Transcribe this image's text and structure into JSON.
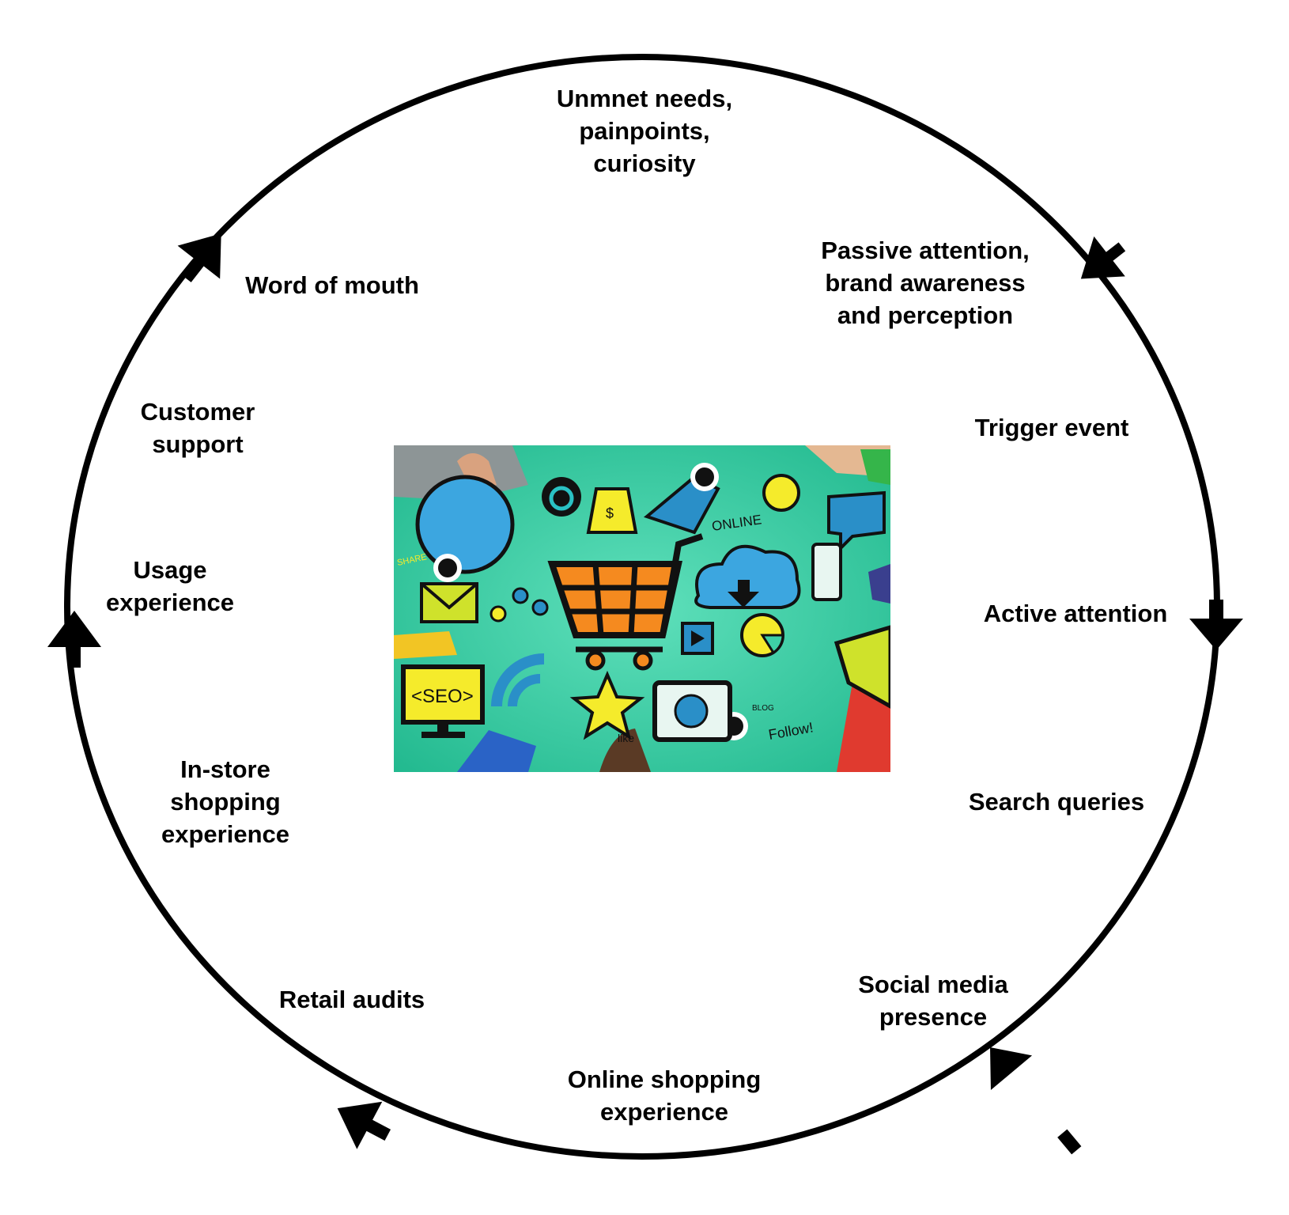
{
  "diagram": {
    "type": "cycle",
    "direction": "clockwise",
    "stroke_color": "#000000",
    "stages": [
      {
        "id": "unmet-needs",
        "label": "Unmnet needs,\npainpoints,\ncuriosity"
      },
      {
        "id": "passive-attention",
        "label": "Passive attention,\nbrand awareness\nand perception"
      },
      {
        "id": "trigger-event",
        "label": "Trigger event"
      },
      {
        "id": "active-attention",
        "label": "Active attention"
      },
      {
        "id": "search-queries",
        "label": "Search queries"
      },
      {
        "id": "social-media",
        "label": "Social media\npresence"
      },
      {
        "id": "online-shopping",
        "label": "Online shopping\nexperience"
      },
      {
        "id": "retail-audits",
        "label": "Retail audits"
      },
      {
        "id": "in-store",
        "label": "In-store\nshopping\nexperience"
      },
      {
        "id": "usage-experience",
        "label": "Usage\nexperience"
      },
      {
        "id": "customer-support",
        "label": "Customer\nsupport"
      },
      {
        "id": "word-of-mouth",
        "label": "Word of mouth"
      }
    ],
    "arrows": [
      {
        "id": "arrow-1",
        "direction": "down-right"
      },
      {
        "id": "arrow-2",
        "direction": "down"
      },
      {
        "id": "arrow-3",
        "direction": "down-left"
      },
      {
        "id": "arrow-4",
        "direction": "up-left"
      },
      {
        "id": "arrow-5",
        "direction": "up"
      },
      {
        "id": "arrow-6",
        "direction": "up-right"
      }
    ],
    "center_image": {
      "description": "Hands around a teal table with doodled e-commerce icons",
      "background_color": "#3ecfa6",
      "cart_color": "#f58a1f",
      "texts": [
        "ONLINE",
        "SHARE",
        "<SEO>",
        "BLOG",
        "Follow!",
        "like",
        "$"
      ]
    }
  }
}
